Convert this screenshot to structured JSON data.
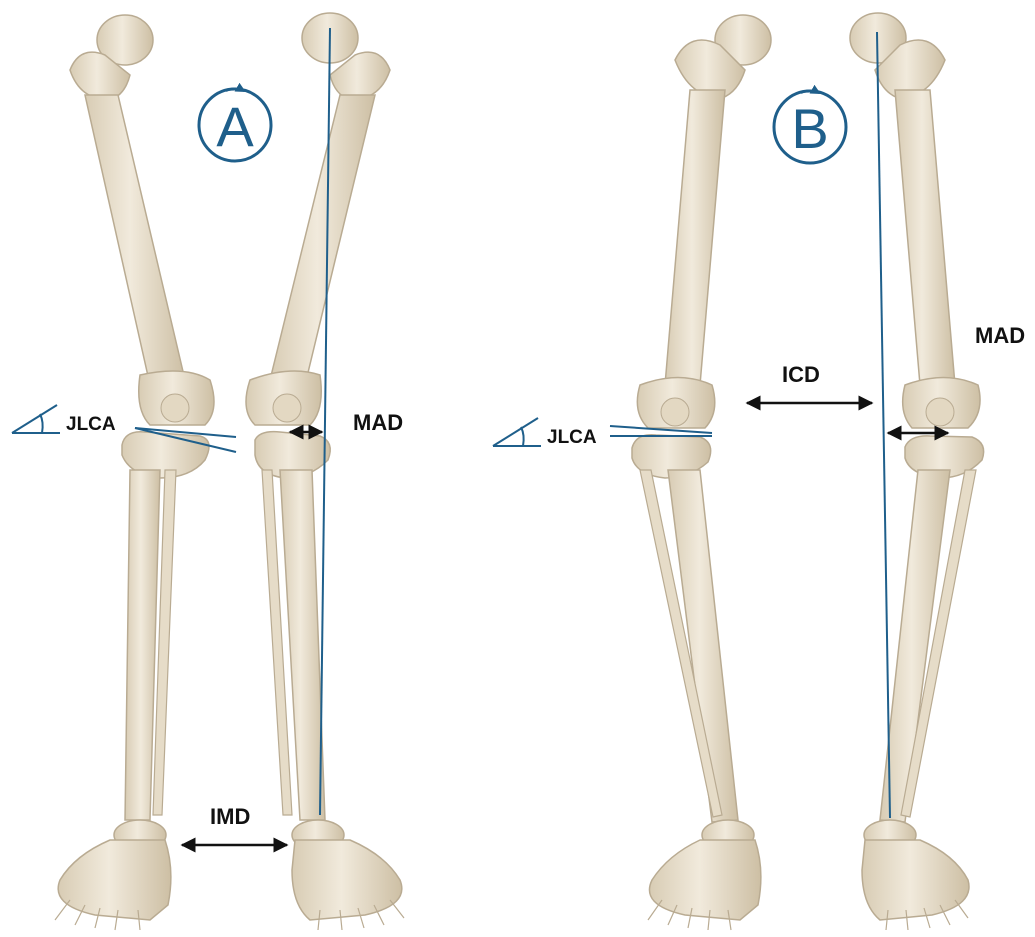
{
  "panels": [
    {
      "letter": "A",
      "labels": {
        "jlca": "JLCA",
        "mad": "MAD",
        "imd": "IMD"
      }
    },
    {
      "letter": "B",
      "labels": {
        "jlca": "JLCA",
        "mad": "MAD",
        "icd": "ICD"
      }
    }
  ],
  "colors": {
    "bone_fill": "#ece4d4",
    "bone_edge": "#b9ab92",
    "bone_shadow": "#d3c6ac",
    "line_blue": "#1f5f8b",
    "arrow_black": "#111111"
  }
}
